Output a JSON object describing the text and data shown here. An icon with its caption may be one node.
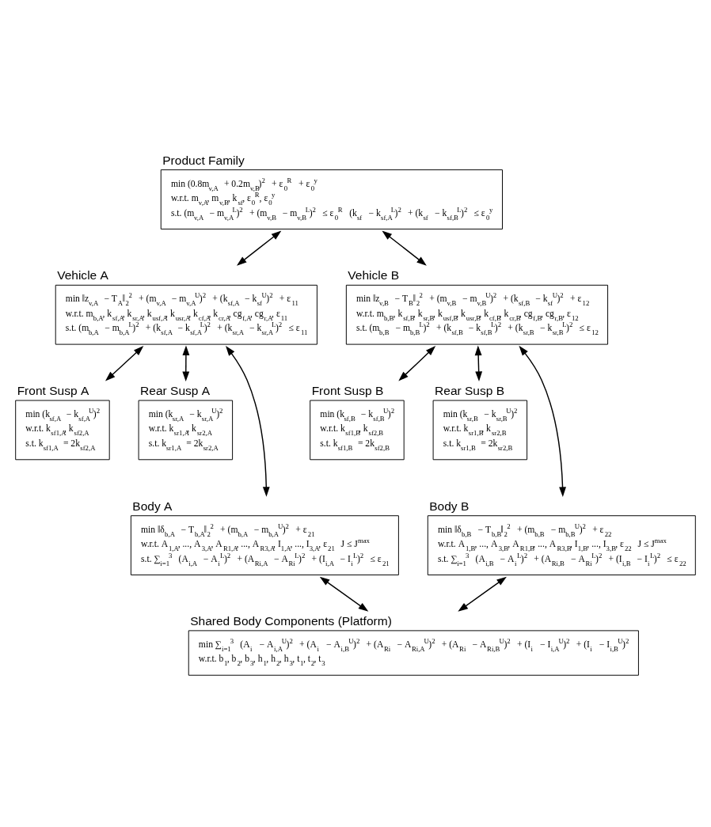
{
  "diagram": {
    "nodes": [
      {
        "text": [
          "Product Family",
          "min (0.8m$_{v,A}$ + 0.2m$_{v,B}$)$^{2}$ + ε$_{0}$$^{R}$ + ε$_{0}$$^{y}$",
          "w.r.t. m$_{v,A}$, m$_{v,B}$, k$_{sf}$, ε$_{0}$$^{R}$, ε$_{0}$$^{y}$",
          "s.t. (m$_{v,A}$ − m$_{v,A}$$^{L}$)$^{2}$ + (m$_{v,B}$ − m$_{v,B}$$^{L}$)$^{2}$ ≤ ε$_{0}$$^{R}$ (k$_{sf}$ − k$_{sf,A}$$^{L}$)$^{2}$ + (k$_{sf}$ − k$_{sf,B}$$^{L}$)$^{2}$ ≤ ε$_{0}$$^{y}$"
        ]
      },
      {
        "text": [
          "Vehicle A",
          "min ‖z$_{v,A}$ − T$_{A}$‖$_{2}$$^{2}$ + (m$_{v,A}$ − m$_{v,A}$$^{U}$)$^{2}$ + (k$_{sf,A}$ − k$_{sf}$$^{U}$)$^{2}$ + ε$_{11}$",
          "w.r.t. m$_{b,A}$, k$_{sf,A}$, k$_{sr,A}$, k$_{usf,A}$, k$_{usr,A}$, k$_{cf,A}$, k$_{cr,A}$, cg$_{f,A}$, cg$_{r,A}$, ε$_{11}$",
          "s.t. (m$_{b,A}$ − m$_{b,A}$$^{L}$)$^{2}$ + (k$_{sf,A}$ − k$_{sf,A}$$^{L}$)$^{2}$ + (k$_{sr,A}$ − k$_{sr,A}$$^{L}$)$^{2}$ ≤ ε$_{11}$"
        ]
      },
      {
        "text": [
          "Vehicle B",
          "min ‖z$_{v,B}$ − T$_{B}$‖$_{2}$$^{2}$ + (m$_{v,B}$ − m$_{v,B}$$^{U}$)$^{2}$ + (k$_{sf,B}$ − k$_{sf}$$^{U}$)$^{2}$ + ε$_{12}$",
          "w.r.t. m$_{b,B}$, k$_{sf,B}$, k$_{sr,B}$, k$_{usf,B}$, k$_{usr,B}$, k$_{cf,B}$, k$_{cr,B}$, cg$_{f,B}$, cg$_{r,B}$, ε$_{12}$",
          "s.t. (m$_{b,B}$ − m$_{b,B}$$^{L}$)$^{2}$ + (k$_{sf,B}$ − k$_{sf,B}$$^{L}$)$^{2}$ + (k$_{sr,B}$ − k$_{sr,B}$$^{L}$)$^{2}$ ≤ ε$_{12}$"
        ]
      },
      {
        "text": [
          "Front Susp A",
          "min (k$_{sf,A}$ − k$_{sf,A}$$^{U}$)$^{2}$",
          "w.r.t. k$_{sf1,A}$, k$_{sf2,A}$",
          "s.t. k$_{sf1,A}$ = 2k$_{sf2,A}$"
        ]
      },
      {
        "text": [
          "Rear Susp A",
          "min (k$_{sr,A}$ − k$_{sr,A}$$^{U}$)$^{2}$",
          "w.r.t. k$_{sr1,A}$, k$_{sr2,A}$",
          "s.t. k$_{sr1,A}$ = 2k$_{sr2,A}$"
        ]
      },
      {
        "text": [
          "Front Susp B",
          "min (k$_{sf,B}$ − k$_{sf,B}$$^{U}$)$^{2}$",
          "w.r.t. k$_{sf1,B}$, k$_{sf2,B}$",
          "s.t. k$_{sf1,B}$ = 2k$_{sf2,B}$"
        ]
      },
      {
        "text": [
          "Rear Susp B",
          "min (k$_{sr,B}$ − k$_{sr,B}$$^{U}$)$^{2}$",
          "w.r.t. k$_{sr1,B}$, k$_{sr2,B}$",
          "s.t. k$_{sr1,B}$ = 2k$_{sr2,B}$"
        ]
      },
      {
        "text": [
          "Body A",
          "min ‖δ$_{b,A}$ − T$_{b,A}$‖$_{2}$$^{2}$ + (m$_{b,A}$ − m$_{b,A}$$^{U}$)$^{2}$ + ε$_{21}$",
          "w.r.t. A$_{1,A}$, ..., A$_{3,A}$, A$_{R1,A}$, ..., A$_{R3,A}$, I$_{1,A}$, ..., I$_{3,A}$, ε$_{21}$ J ≤ J$^{max}$",
          "s.t. ∑$_{i=1}$$^{3}$ (A$_{i,A}$ − A$_{i}$$^{L}$)$^{2}$ + (A$_{Ri,A}$ − A$_{Ri}$$^{L}$)$^{2}$ + (I$_{i,A}$ − I$_{i}$$^{L}$)$^{2}$ ≤ ε$_{21}$"
        ]
      },
      {
        "text": [
          "Body B",
          "min ‖δ$_{b,B}$ − T$_{b,B}$‖$_{2}$$^{2}$ + (m$_{b,B}$ − m$_{b,B}$$^{U}$)$^{2}$ + ε$_{22}$",
          "w.r.t. A$_{1,B}$, ..., A$_{3,B}$, A$_{R1,B}$, ..., A$_{R3,B}$, I$_{1,B}$, ..., I$_{3,B}$, ε$_{22}$ J ≤ J$^{max}$",
          "s.t. ∑$_{i=1}$$^{3}$ (A$_{i,B}$ − A$_{i}$$^{L}$)$^{2}$ + (A$_{Ri,B}$ − A$_{Ri}$$^{L}$)$^{2}$ + (I$_{i,B}$ − I$_{i}$$^{L}$)$^{2}$ ≤ ε$_{22}$"
        ]
      },
      {
        "text": [
          "Shared Body Components (Platform)",
          "min ∑$_{i=1}$$^{3}$ (A$_{i}$ − A$_{i,A}$$^{U}$)$^{2}$ + (A$_{i}$ − A$_{i,B}$$^{U}$)$^{2}$ + (A$_{Ri}$ − A$_{Ri,A}$$^{U}$)$^{2}$ + (A$_{Ri}$ − A$_{Ri,B}$$^{U}$)$^{2}$ + (I$_{i}$ − I$_{i,A}$$^{U}$)$^{2}$ + (I$_{i}$ − I$_{i,B}$$^{U}$)$^{2}$",
          "w.r.t. b$_{1}$, b$_{2}$, b$_{3}$, h$_{1}$, h$_{2}$, h$_{3}$, t$_{1}$, t$_{2}$, t$_{3}$"
        ]
      }
    ],
    "edges": [
      {
        "from": 0,
        "to": 1,
        "arrow": "both"
      },
      {
        "from": 0,
        "to": 2,
        "arrow": "both"
      },
      {
        "from": 1,
        "to": 3,
        "arrow": "both"
      },
      {
        "from": 1,
        "to": 4,
        "arrow": "both"
      },
      {
        "from": 1,
        "to": 7,
        "arrow": "both"
      },
      {
        "from": 2,
        "to": 8,
        "arrow": "both"
      },
      {
        "from": 2,
        "to": 5,
        "arrow": "both"
      },
      {
        "from": 2,
        "to": 6,
        "arrow": "both"
      },
      {
        "from": 7,
        "to": 9,
        "arrow": "both"
      },
      {
        "from": 8,
        "to": 9,
        "arrow": "both"
      }
    ]
  }
}
